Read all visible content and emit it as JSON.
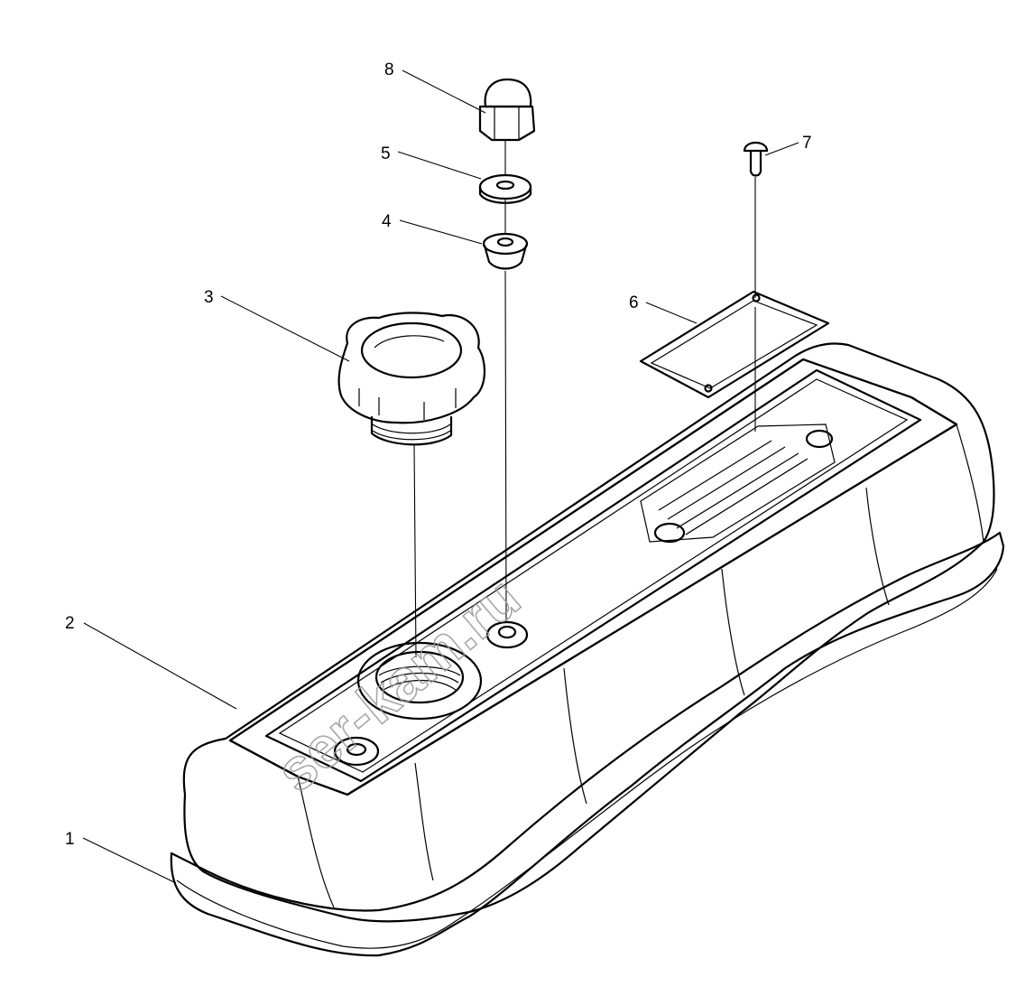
{
  "diagram": {
    "callouts": [
      {
        "id": "1",
        "label": "1"
      },
      {
        "id": "2",
        "label": "2"
      },
      {
        "id": "3",
        "label": "3"
      },
      {
        "id": "4",
        "label": "4"
      },
      {
        "id": "5",
        "label": "5"
      },
      {
        "id": "6",
        "label": "6"
      },
      {
        "id": "7",
        "label": "7"
      },
      {
        "id": "8",
        "label": "8"
      }
    ],
    "watermark": "ser-kam.ru",
    "colors": {
      "ink": "#000000",
      "paper": "#ffffff",
      "watermark": "#9a9a9a"
    }
  }
}
